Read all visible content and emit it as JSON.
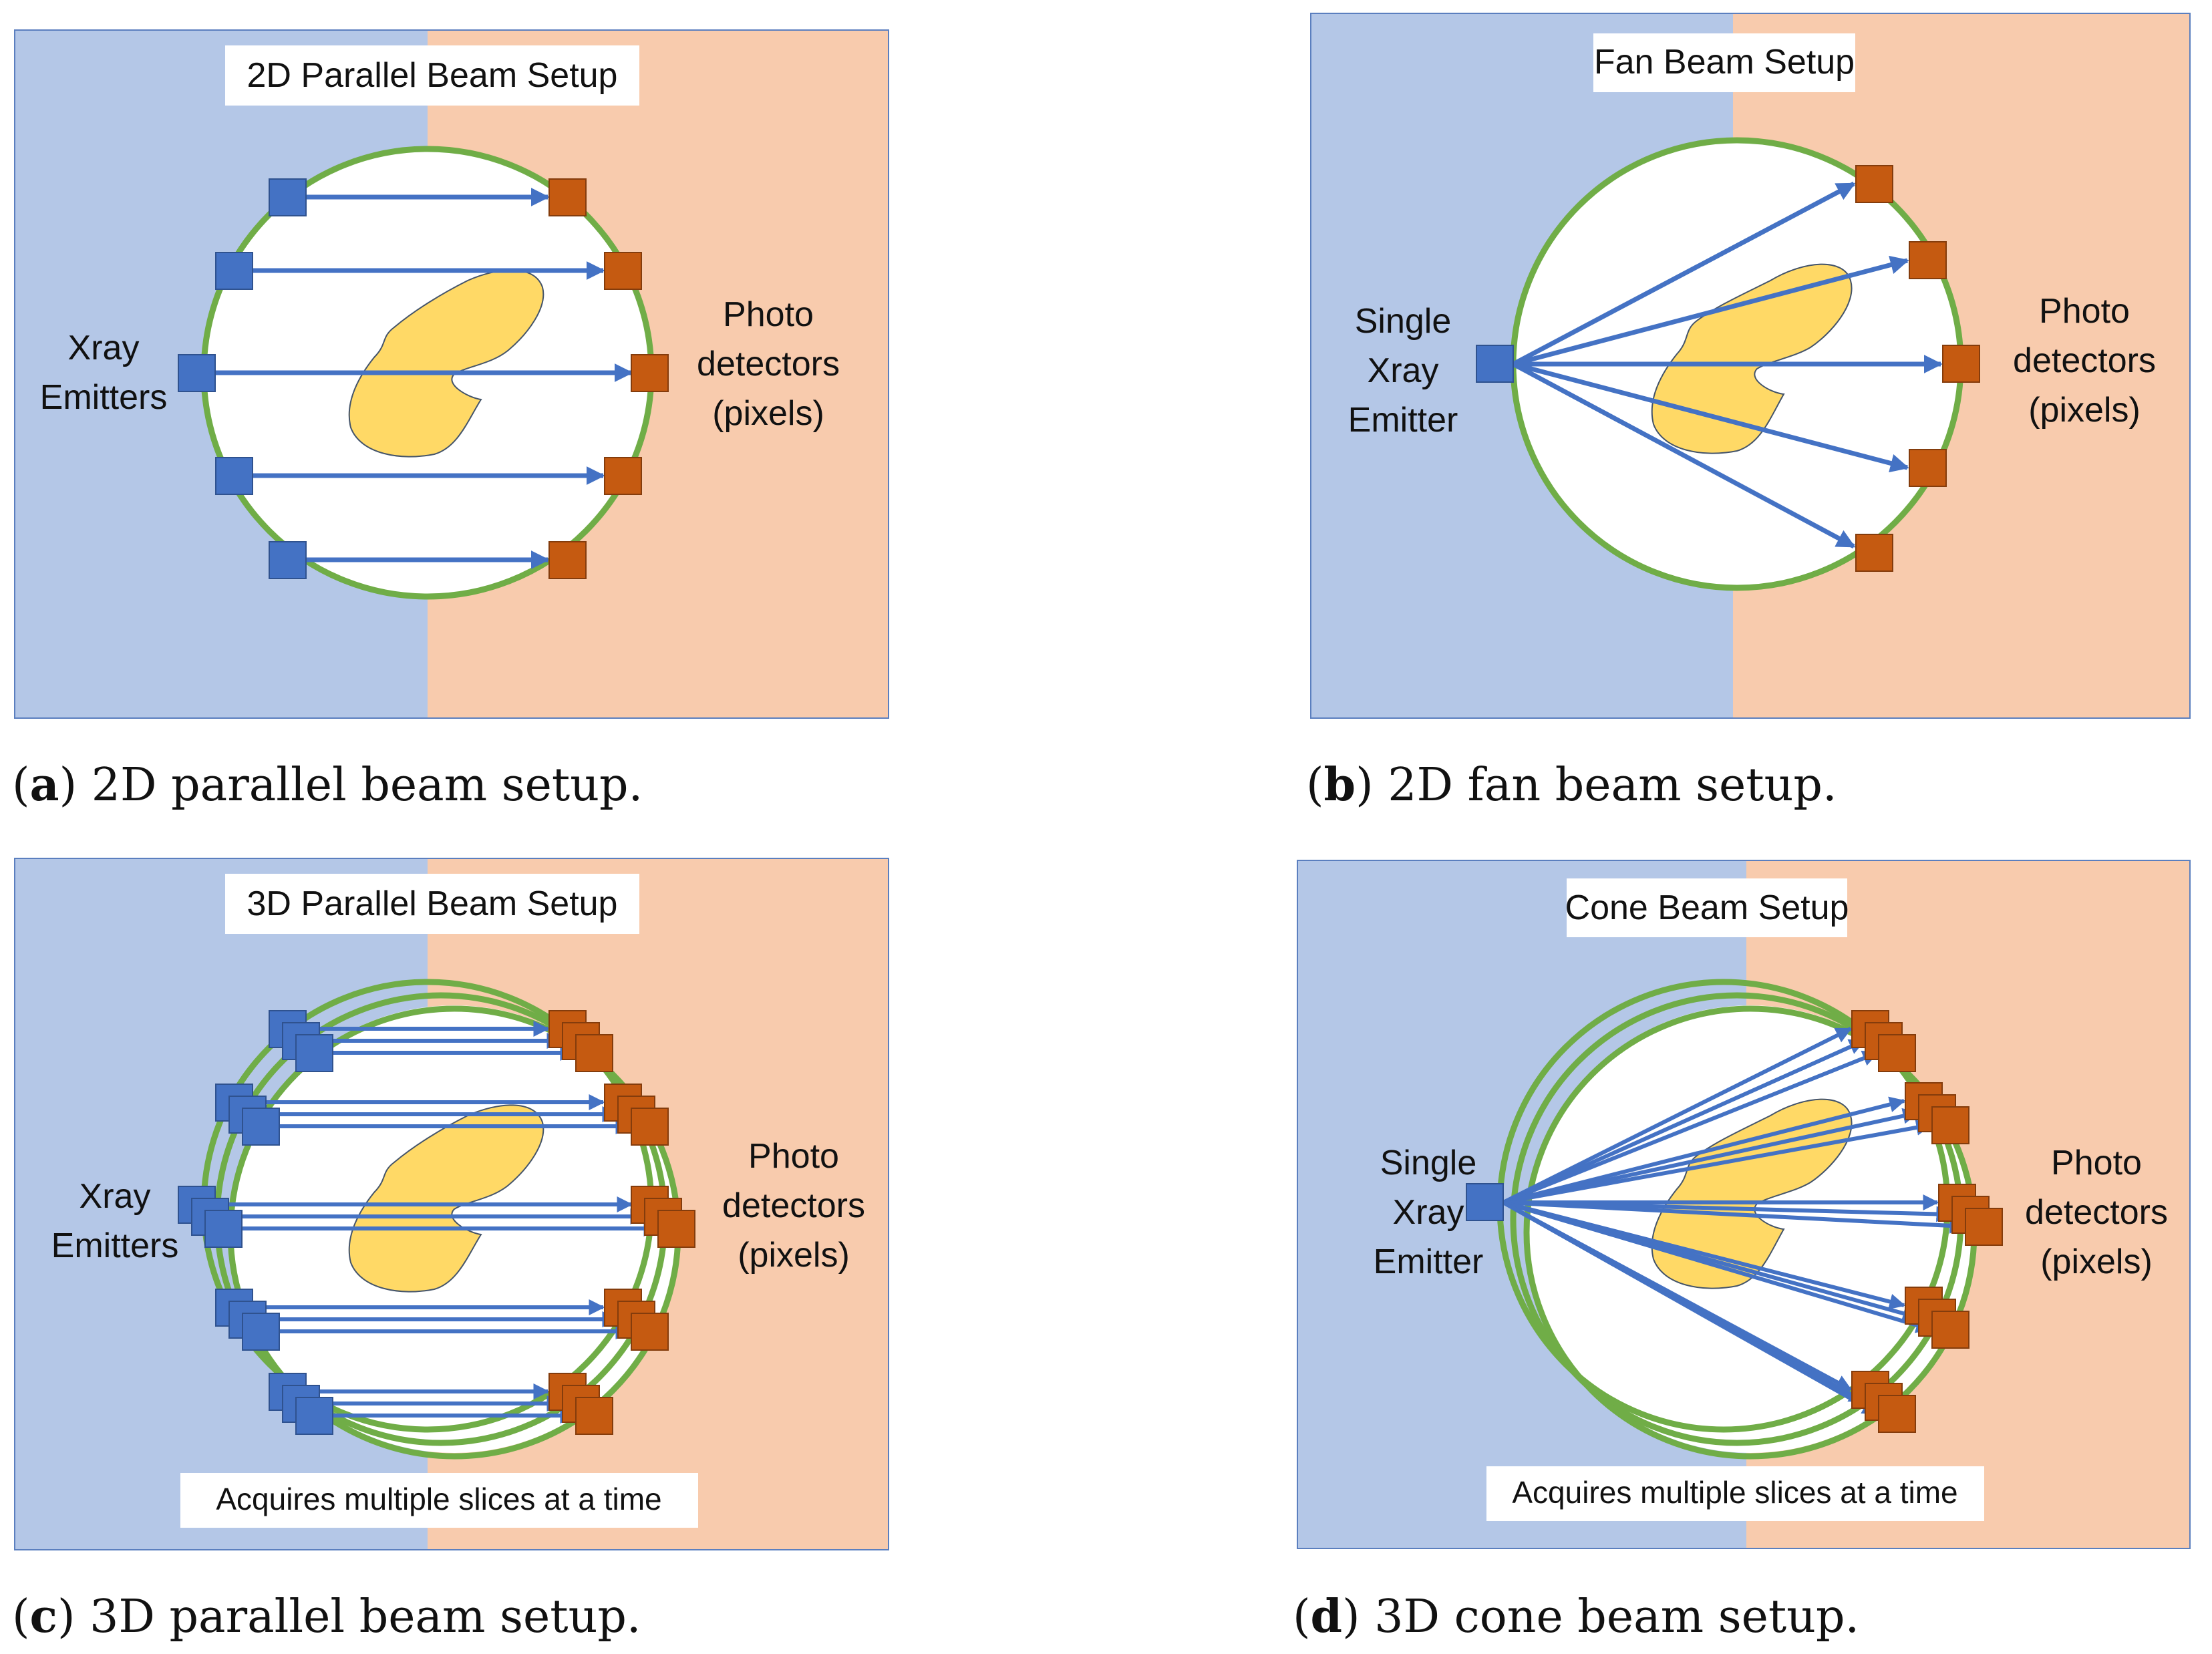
{
  "colors": {
    "left_bg": "#b4c7e7",
    "right_bg": "#f8cbad",
    "ring": "#70ad47",
    "emitter": "#4472c4",
    "detector": "#c55a11",
    "beam": "#4472c4",
    "object_fill": "#ffd966",
    "object_stroke": "#44546a"
  },
  "panels": {
    "a": {
      "title": "2D Parallel Beam Setup",
      "left_label": [
        "Xray",
        "Emitters"
      ],
      "right_label": [
        "Photo",
        "detectors",
        "(pixels)"
      ],
      "caption_letter": "a",
      "caption_text": "2D parallel beam setup."
    },
    "b": {
      "title": "Fan Beam Setup",
      "left_label": [
        "Single",
        "Xray",
        "Emitter"
      ],
      "right_label": [
        "Photo",
        "detectors",
        "(pixels)"
      ],
      "caption_letter": "b",
      "caption_text": "2D fan beam setup."
    },
    "c": {
      "title": "3D Parallel Beam Setup",
      "left_label": [
        "Xray",
        "Emitters"
      ],
      "right_label": [
        "Photo",
        "detectors",
        "(pixels)"
      ],
      "note": "Acquires multiple slices at a time",
      "caption_letter": "c",
      "caption_text": "3D parallel beam setup."
    },
    "d": {
      "title": "Cone Beam Setup",
      "left_label": [
        "Single",
        "Xray",
        "Emitter"
      ],
      "right_label": [
        "Photo",
        "detectors",
        "(pixels)"
      ],
      "note": "Acquires multiple slices at a time",
      "caption_letter": "d",
      "caption_text": "3D cone beam setup."
    }
  }
}
